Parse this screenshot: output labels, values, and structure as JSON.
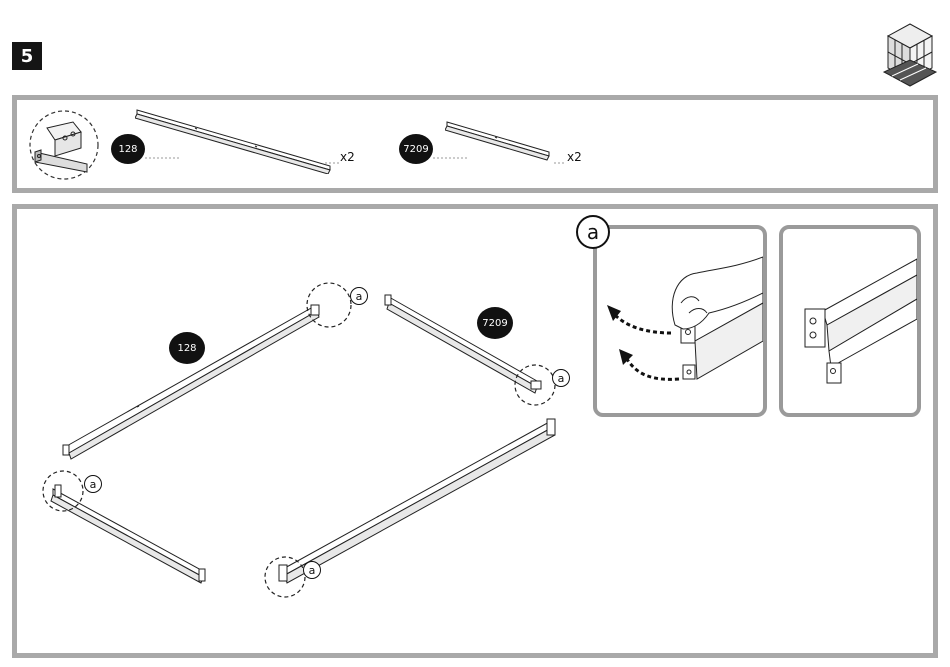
{
  "step": {
    "number": "5"
  },
  "parts_panel": {
    "parts": [
      {
        "label": "128",
        "quantity": "x2"
      },
      {
        "label": "7209",
        "quantity": "x2"
      }
    ]
  },
  "assembly": {
    "part_labels": [
      "128",
      "7209"
    ],
    "callout_letter": "a",
    "detail_letter": "a"
  }
}
